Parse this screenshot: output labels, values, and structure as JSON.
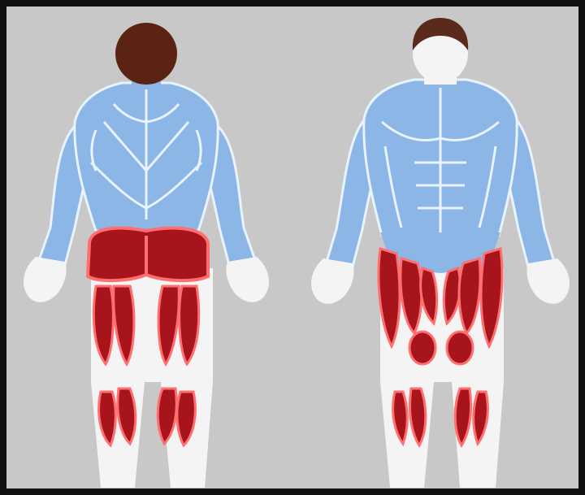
{
  "colors": {
    "background": "#c8c8c8",
    "frame": "#111111",
    "skin_white": "#f4f4f4",
    "upper_body": "#8bb6e6",
    "upper_outline": "#e8f3ff",
    "lower_body": "#a8141c",
    "lower_outline": "#ff6f6f",
    "hair_back": "#5a2314",
    "hair_front": "#5a2a1d"
  },
  "figures": [
    {
      "name": "back-view",
      "view": "posterior",
      "highlight": "lower-body"
    },
    {
      "name": "front-view",
      "view": "anterior",
      "highlight": "lower-body"
    }
  ]
}
